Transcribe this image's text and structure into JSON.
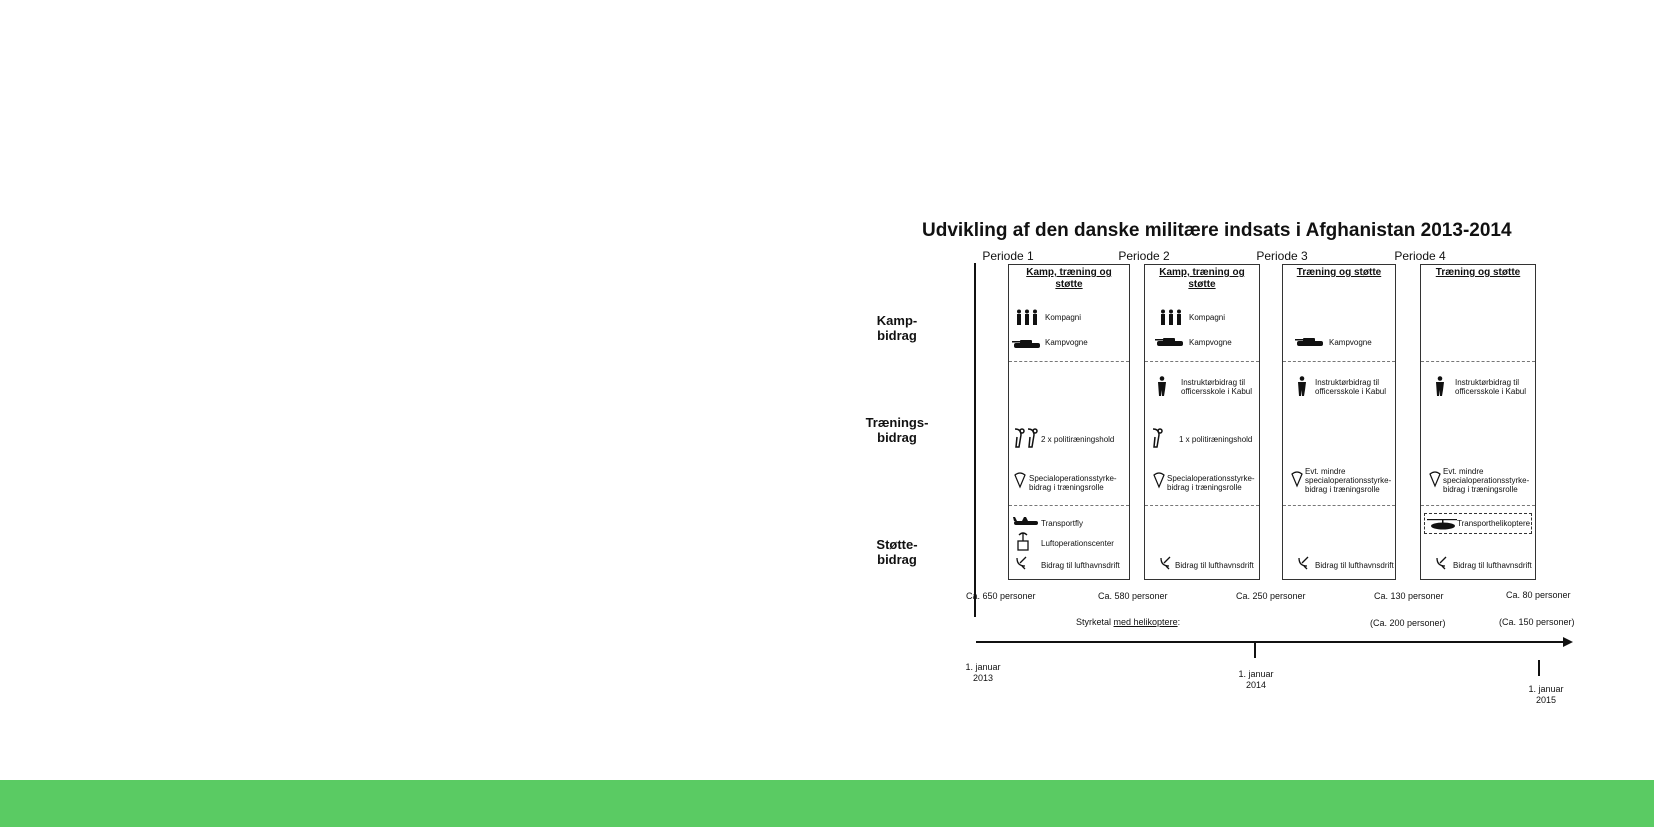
{
  "title": "Udvikling af den danske militære indsats i Afghanistan 2013-2014",
  "row_labels": {
    "kamp": [
      "Kamp-",
      "bidrag"
    ],
    "traening": [
      "Trænings-",
      "bidrag"
    ],
    "stotte": [
      "Støtte-",
      "bidrag"
    ]
  },
  "periods": [
    {
      "header": "Periode 1",
      "box_title": [
        "Kamp, træning og",
        "støtte"
      ],
      "items": {
        "kompagni": "Kompagni",
        "kampvogne": "Kampvogne",
        "politi": "2 x politiræningshold",
        "spec": [
          "Specialoperationsstyrke-",
          "bidrag i træningsrolle"
        ],
        "transportfly": "Transportfly",
        "luftop": "Luftoperationscenter",
        "lufthavn": "Bidrag til lufthavnsdrift"
      }
    },
    {
      "header": "Periode 2",
      "box_title": [
        "Kamp, træning og",
        "støtte"
      ],
      "items": {
        "kompagni": "Kompagni",
        "kampvogne": "Kampvogne",
        "instruktor": [
          "Instruktørbidrag til",
          "officersskole i Kabul"
        ],
        "politi": "1 x politiræningshold",
        "spec": [
          "Specialoperationsstyrke-",
          "bidrag i træningsrolle"
        ],
        "lufthavn": "Bidrag til lufthavnsdrift"
      }
    },
    {
      "header": "Periode 3",
      "box_title": [
        "Træning og støtte"
      ],
      "items": {
        "kampvogne": "Kampvogne",
        "instruktor": [
          "Instruktørbidrag til",
          "officersskole i Kabul"
        ],
        "spec": [
          "Evt. mindre",
          "specialoperationsstyrke-",
          "bidrag i træningsrolle"
        ],
        "lufthavn": "Bidrag til lufthavnsdrift"
      }
    },
    {
      "header": "Periode 4",
      "box_title": [
        "Træning og støtte"
      ],
      "items": {
        "instruktor": [
          "Instruktørbidrag til",
          "officersskole i Kabul"
        ],
        "spec": [
          "Evt. mindre",
          "specialoperationsstyrke-",
          "bidrag i træningsrolle"
        ],
        "helikopter": "Transporthelikoptere",
        "lufthavn": "Bidrag til lufthavnsdrift"
      }
    }
  ],
  "counts": [
    "Ca. 650 personer",
    "Ca. 580 personer",
    "Ca. 250 personer",
    "Ca. 130 personer",
    "Ca. 80 personer"
  ],
  "heli_note": {
    "prefix": "Styrketal",
    "underlined": "med helikoptere",
    "suffix": ":",
    "values": [
      "(Ca. 200 personer)",
      "(Ca. 150 personer)"
    ]
  },
  "timeline": [
    [
      "1. januar",
      "2013"
    ],
    [
      "1. januar",
      "2014"
    ],
    [
      "1. januar",
      "2015"
    ]
  ]
}
